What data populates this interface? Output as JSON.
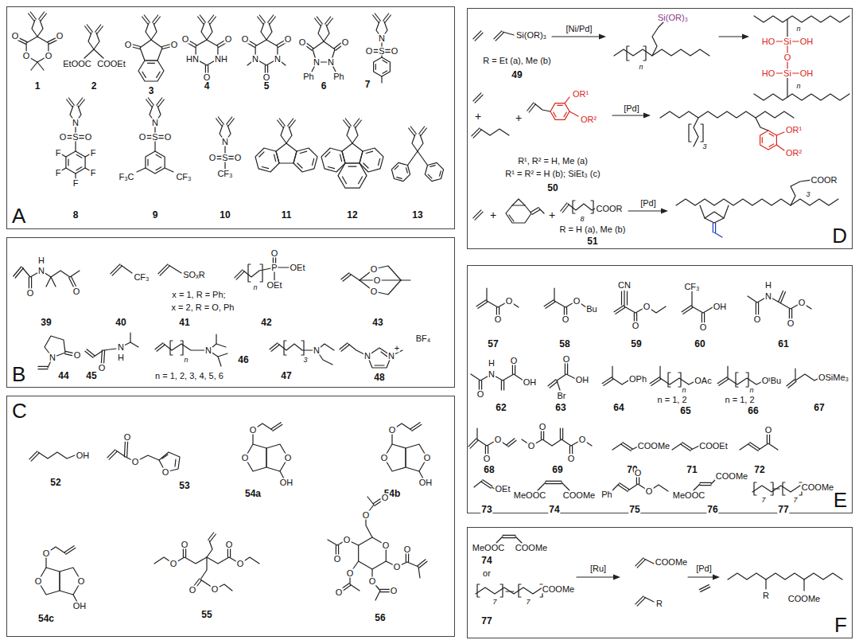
{
  "diagram": {
    "nodes": [
      {
        "text": [
          "A"
        ]
      },
      {
        "text": [
          "B"
        ]
      },
      {
        "text": [
          "C"
        ]
      },
      {
        "text": [
          "D"
        ]
      },
      {
        "text": [
          "E"
        ]
      },
      {
        "text": [
          "F"
        ]
      }
    ],
    "labels": [
      "1",
      "O",
      "O",
      "O",
      "O",
      "2",
      "EtOOC",
      "COOEt",
      "3",
      "O",
      "O",
      "4",
      "O",
      "O",
      "HN",
      "NH",
      "O",
      "5",
      "O",
      "O",
      "N",
      "N",
      "O",
      "6",
      "O",
      "O",
      "N",
      "N",
      "Ph",
      "Ph",
      "7",
      "N",
      "S",
      "O",
      "O",
      "8",
      "N",
      "S",
      "O",
      "O",
      "F",
      "F",
      "F",
      "F",
      "F",
      "9",
      "N",
      "S",
      "O",
      "O",
      "F₃C",
      "CF₃",
      "10",
      "N",
      "S",
      "O",
      "O",
      "CF₃",
      "11",
      "12",
      "13",
      "39",
      "O",
      "N",
      "H",
      "O",
      "40",
      "CF₃",
      "SOₓR",
      "x = 1, R = Ph;",
      "x = 2, R = O, Ph",
      "41",
      "O",
      "P",
      "OEt",
      "OEt",
      "n",
      "42",
      "O",
      "O",
      "O",
      "43",
      "O",
      "N",
      "44",
      "O",
      "N",
      "H",
      "45",
      "N",
      "n",
      "n = 1, 2, 3, 4, 5, 6",
      "46",
      "N",
      "3",
      "47",
      "N",
      "N",
      "+",
      "BF₄",
      "48",
      "OH",
      "52",
      "O",
      "O",
      "O",
      "53",
      "O",
      "O",
      "O",
      "OH",
      "54a",
      "O",
      "O",
      "O",
      "OH",
      "54b",
      "O",
      "O",
      "O",
      "OH",
      "54c",
      "O",
      "O",
      "O",
      "O",
      "O",
      "O",
      "55",
      "O",
      "O",
      "O",
      "O",
      "O",
      "O",
      "O",
      "O",
      "O",
      "O",
      "O",
      "56",
      "Si(OR)₃",
      "[Ni/Pd]",
      "R = Et (a), Me (b)",
      "49",
      "Si(OR)₃",
      "n",
      "HO",
      "Si",
      "OH",
      "O",
      "HO",
      "Si",
      "OH",
      "n",
      "n",
      "+",
      "OR¹",
      "OR²",
      "R¹, R² = H, Me (a)",
      "R¹ = R² = H (b); SiEt₃ (c)",
      "50",
      "[Pd]",
      "3",
      "OR¹",
      "OR²",
      "+",
      "+",
      "+",
      "COOR",
      "8",
      "51",
      "R = H (a), Me (b)",
      "[Pd]",
      "3",
      "COOR",
      "O",
      "O",
      "57",
      "O",
      "O",
      "Bu",
      "58",
      "CN",
      "O",
      "O",
      "59",
      "CF₃",
      "OH",
      "O",
      "60",
      "O",
      "N",
      "H",
      "O",
      "O",
      "61",
      "O",
      "N",
      "H",
      "O",
      "OH",
      "62",
      "O",
      "OH",
      "Br",
      "63",
      "OPh",
      "64",
      "OAc",
      "n",
      "n = 1, 2",
      "65",
      "OᵗBu",
      "n",
      "n = 1, 2",
      "66",
      "OSiMe₃",
      "67",
      "O",
      "O",
      "68",
      "O",
      "O",
      "O",
      "O",
      "69",
      "COOMe",
      "70",
      "COOEt",
      "71",
      "O",
      "72",
      "OEt",
      "73",
      "MeOOC",
      "COOMe",
      "74",
      "Ph",
      "O",
      "O",
      "75",
      "MeOOC",
      "COOMe",
      "76",
      "7",
      "7",
      "COOMe",
      "77",
      "MeOOC",
      "COOMe",
      "74",
      "or",
      "7",
      "7",
      "COOMe",
      "77",
      "[Ru]",
      "COOMe",
      "R",
      "[Pd]",
      "R",
      "COOMe"
    ]
  }
}
